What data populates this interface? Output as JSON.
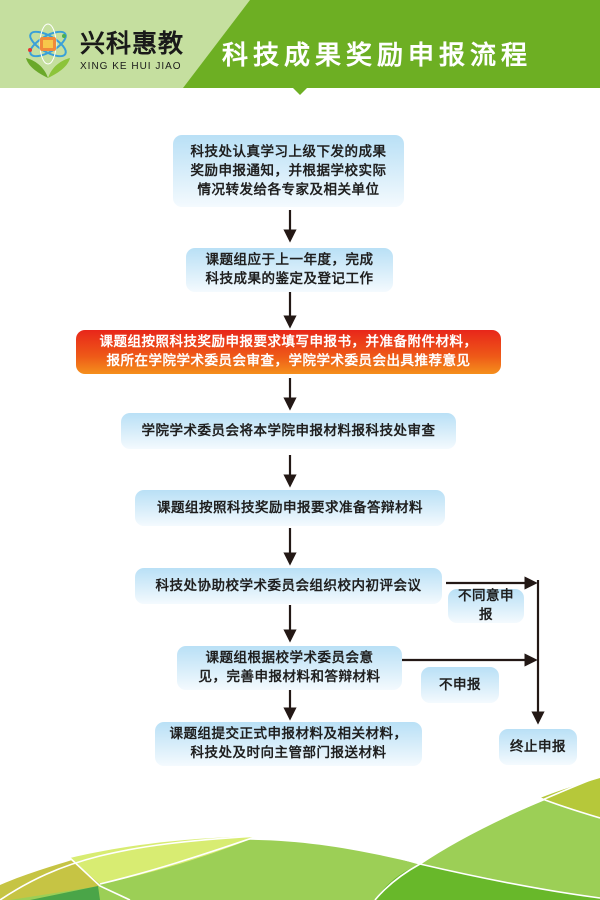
{
  "header": {
    "brand_cn": "兴科惠教",
    "brand_en": "XING KE HUI JIAO",
    "title": "科技成果奖励申报流程",
    "logo_icon": "atom-flower-logo-icon",
    "colors": {
      "band": "#6daf23",
      "light_band": "#c5df9f"
    }
  },
  "flow": {
    "steps": [
      {
        "id": "step1",
        "text": "科技处认真学习上级下发的成果\n奖励申报通知，并根据学校实际\n情况转发给各专家及相关单位"
      },
      {
        "id": "step2",
        "text": "课题组应于上一年度，完成\n科技成果的鉴定及登记工作"
      },
      {
        "id": "step3",
        "text": "课题组按照科技奖励申报要求填写申报书，并准备附件材料，\n报所在学院学术委员会审查，学院学术委员会出具推荐意见",
        "highlight": true
      },
      {
        "id": "step4",
        "text": "学院学术委员会将本学院申报材料报科技处审查"
      },
      {
        "id": "step5",
        "text": "课题组按照科技奖励申报要求准备答辩材料"
      },
      {
        "id": "step6",
        "text": "科技处协助校学术委员会组织校内初评会议"
      },
      {
        "id": "step7",
        "text": "课题组根据校学术委员会意\n见，完善申报材料和答辩材料"
      },
      {
        "id": "step8",
        "text": "课题组提交正式申报材料及相关材料，\n科技处及时向主管部门报送材料"
      }
    ],
    "branches": [
      {
        "id": "reject",
        "text": "不同意申报",
        "from": "step6"
      },
      {
        "id": "not_apply",
        "text": "不申报",
        "from": "step7"
      }
    ],
    "terminal": {
      "id": "terminate",
      "text": "终止申报"
    },
    "colors": {
      "box": "#c9e7f8",
      "highlight": "#e8261a",
      "line": "#231815"
    }
  },
  "footer": {
    "decoration": "green-hills"
  }
}
